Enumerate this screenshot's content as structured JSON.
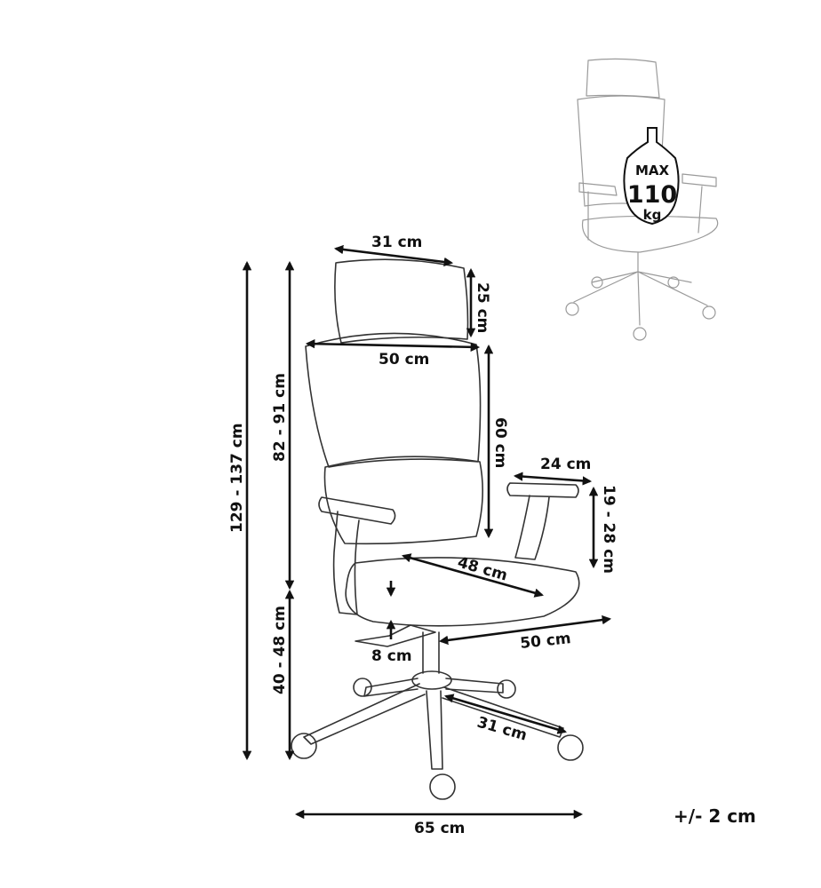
{
  "weight_badge": {
    "line1": "MAX",
    "line2": "110",
    "line3": "kg"
  },
  "dimensions": {
    "headrest_width": "31 cm",
    "headrest_height": "25 cm",
    "backrest_width": "50 cm",
    "backrest_height": "60 cm",
    "armrest_length": "24 cm",
    "armrest_height": "19 - 28 cm",
    "seat_depth": "48 cm",
    "seat_width": "50 cm",
    "seat_thickness": "8 cm",
    "base_leg": "31 cm",
    "base_width": "65 cm",
    "total_height": "129 - 137 cm",
    "back_height": "82 - 91 cm",
    "seat_height": "40 - 48 cm"
  },
  "tolerance": "+/- 2 cm"
}
